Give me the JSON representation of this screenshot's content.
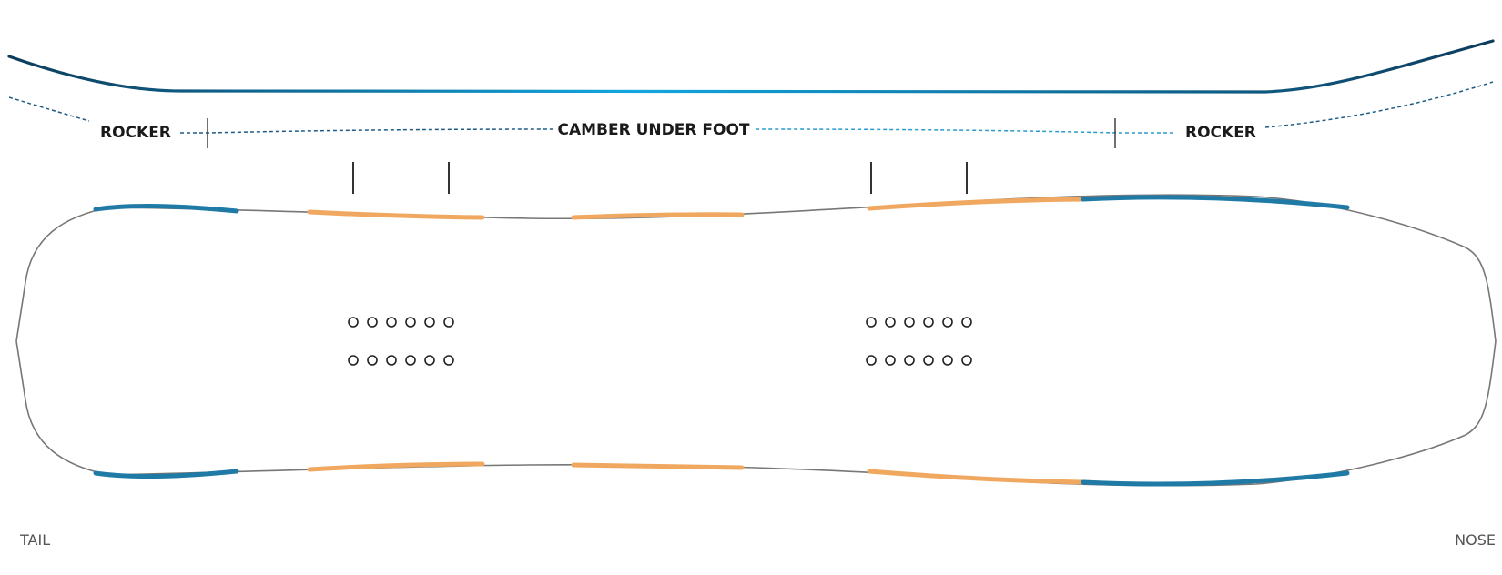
{
  "profile": {
    "left_zone": "ROCKER",
    "center_zone": "CAMBER UNDER FOOT",
    "right_zone": "ROCKER"
  },
  "ends": {
    "left": "TAIL",
    "right": "NOSE"
  },
  "colors": {
    "profile_dark": "#0d3c5c",
    "profile_light": "#13a6df",
    "rocker_dash": "#1d5b86",
    "camber_dash": "#2a9ad0",
    "edge_blue": "#1f7aa6",
    "edge_orange": "#f0a860",
    "outline": "#777777"
  },
  "inserts": {
    "stances": 2,
    "rows_per_stance": 2,
    "holes_per_row": 6
  }
}
